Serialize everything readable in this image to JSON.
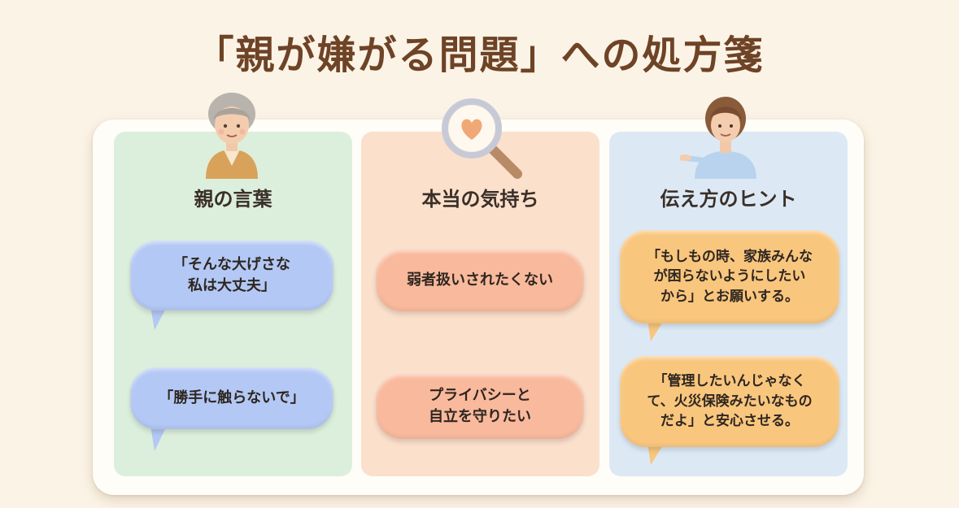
{
  "title": "「親が嫌がる問題」への処方箋",
  "columns": [
    {
      "title": "親の言葉",
      "bubbles": [
        "「そんな大げさな\n私は大丈夫」",
        "「勝手に触らないで」"
      ]
    },
    {
      "title": "本当の気持ち",
      "bubbles": [
        "弱者扱いされたくない",
        "プライバシーと\n自立を守りたい"
      ]
    },
    {
      "title": "伝え方のヒント",
      "bubbles": [
        "「もしもの時、家族みんな\nが困らないようにしたい\nから」とお願いする。",
        "「管理したいんじゃなく\nて、火災保険みたいなもの\nだよ」と安心させる。"
      ]
    }
  ],
  "icons": {
    "parent": "elderly-woman-icon",
    "feeling": "magnifier-heart-icon",
    "hint": "presenting-woman-icon"
  },
  "colors": {
    "title": "#6e4326",
    "parent_column": "#dcefdc",
    "feeling_column": "#fbe0cc",
    "hint_column": "#dce9f5",
    "parent_bubble": "#b3c8f4",
    "feeling_bubble": "#f9b99c",
    "hint_bubble": "#f9c67e"
  }
}
